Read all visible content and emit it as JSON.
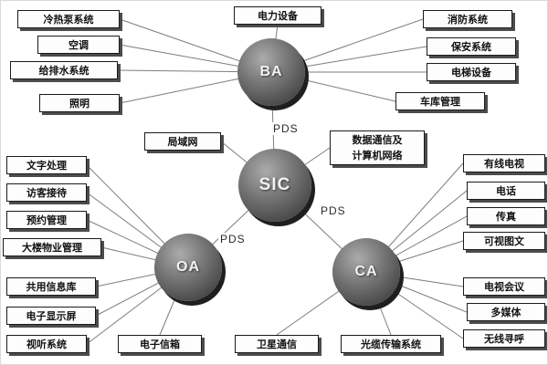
{
  "hubs": {
    "ba": "BA",
    "sic": "SIC",
    "oa": "OA",
    "ca": "CA"
  },
  "link_labels": {
    "ba_sic": "PDS",
    "sic_oa": "PDS",
    "sic_ca": "PDS"
  },
  "nodes": {
    "cold_heat_pump": "冷热泵系统",
    "air_conditioning": "空调",
    "water_supply_drainage": "给排水系统",
    "lighting": "照明",
    "power_equipment": "电力设备",
    "fire_protection": "消防系统",
    "security_system": "保安系统",
    "elevator_equipment": "电梯设备",
    "garage_management": "车库管理",
    "lan": "局域网",
    "datacom_line1": "数据通信及",
    "datacom_line2": "计算机网络",
    "word_processing": "文字处理",
    "visitor_reception": "访客接待",
    "reservation_management": "预约管理",
    "building_property_management": "大楼物业管理",
    "shared_info_database": "共用信息库",
    "electronic_display": "电子显示屏",
    "audio_visual_system": "视听系统",
    "email": "电子信箱",
    "satellite_communication": "卫星通信",
    "optical_cable_transmission": "光缆传输系统",
    "cable_tv": "有线电视",
    "telephone": "电话",
    "fax": "传真",
    "videotex": "可视图文",
    "video_conference": "电视会议",
    "multimedia": "多媒体",
    "wireless_paging": "无线寻呼"
  }
}
